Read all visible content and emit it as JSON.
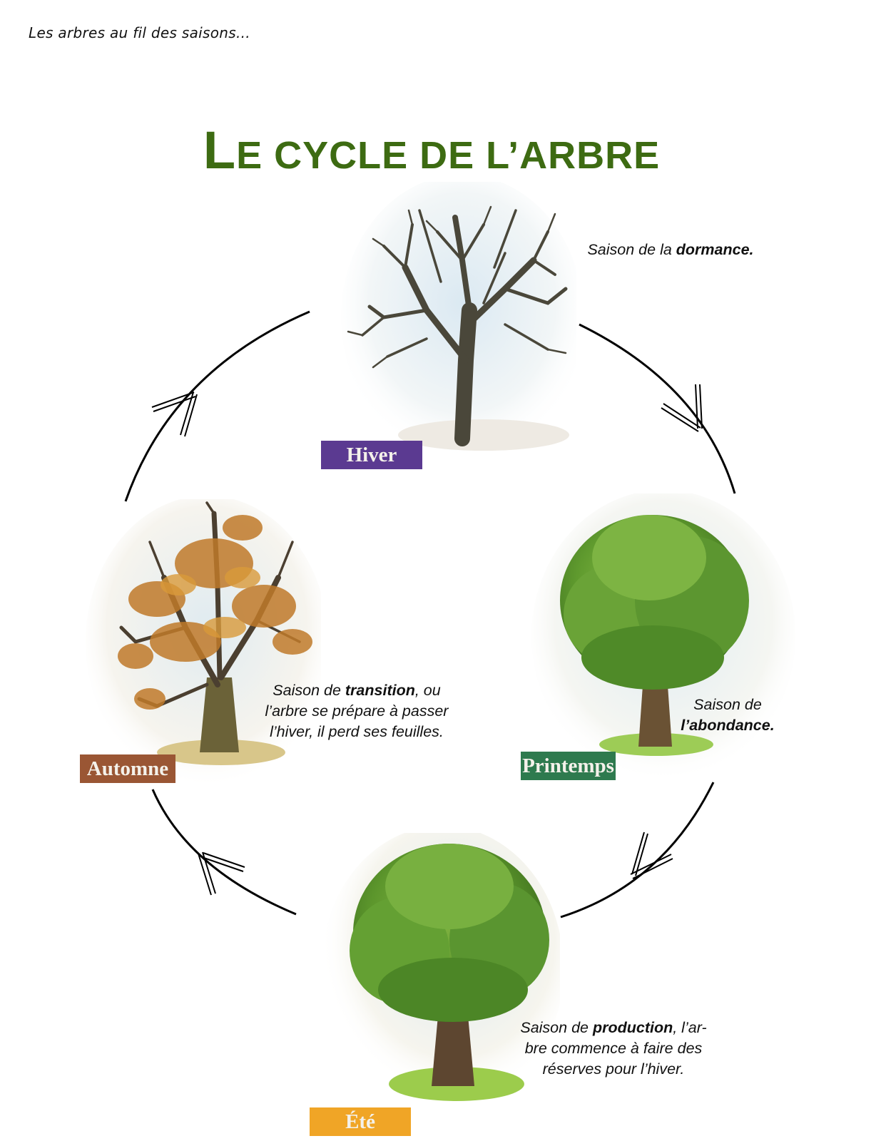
{
  "header": {
    "note": "Les arbres au fil des saisons..."
  },
  "title": {
    "first_letter": "L",
    "rest": "E CYCLE DE L’ARBRE",
    "color": "#3d6b12"
  },
  "cycle": {
    "direction": "clockwise",
    "arrow_color": "#000000",
    "seasons": [
      {
        "id": "hiver",
        "label": "Hiver",
        "label_color": "#5b3a91",
        "tree": "bare-tree",
        "desc_parts": [
          {
            "text": "Saison de la ",
            "bold": false
          },
          {
            "text": "dormance.",
            "bold": true
          }
        ]
      },
      {
        "id": "printemps",
        "label": "Printemps",
        "label_color": "#2e7a4e",
        "tree": "leafy-tree",
        "desc_parts": [
          {
            "text": "Saison de",
            "bold": false
          },
          {
            "text": "\n",
            "bold": false
          },
          {
            "text": "l’abondance.",
            "bold": true
          }
        ]
      },
      {
        "id": "ete",
        "label": "Été",
        "label_color": "#f0a526",
        "tree": "full-leafy-tree",
        "desc_parts": [
          {
            "text": "Saison de ",
            "bold": false
          },
          {
            "text": "production",
            "bold": true
          },
          {
            "text": ", l’ar-\nbre commence à faire des\nréserves pour l’hiver.",
            "bold": false
          }
        ]
      },
      {
        "id": "automne",
        "label": "Automne",
        "label_color": "#9a5634",
        "tree": "autumn-tree",
        "desc_parts": [
          {
            "text": "Saison de ",
            "bold": false
          },
          {
            "text": "transition",
            "bold": true
          },
          {
            "text": ", ou\nl’arbre se prépare à passer\nl’hiver, il perd ses feuilles.",
            "bold": false
          }
        ]
      }
    ]
  }
}
